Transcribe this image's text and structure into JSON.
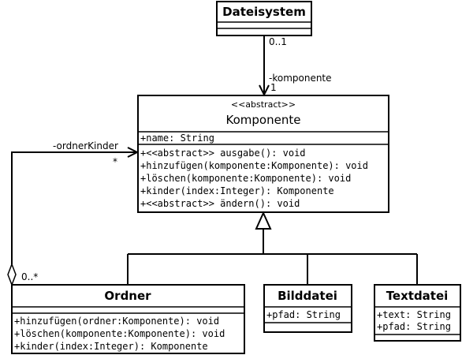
{
  "classes": {
    "dateisystem": {
      "name": "Dateisystem"
    },
    "komponente": {
      "stereotype": "<<abstract>>",
      "name": "Komponente",
      "attributes": [
        "+name: String"
      ],
      "operations": [
        "+<<abstract>> ausgabe(): void",
        "+hinzufügen(komponente:Komponente): void",
        "+löschen(komponente:Komponente): void",
        "+kinder(index:Integer): Komponente",
        "+<<abstract>> ändern(): void"
      ]
    },
    "ordner": {
      "name": "Ordner",
      "operations": [
        "+hinzufügen(ordner:Komponente): void",
        "+löschen(komponente:Komponente): void",
        "+kinder(index:Integer): Komponente"
      ]
    },
    "bilddatei": {
      "name": "Bilddatei",
      "attributes": [
        "+pfad: String"
      ]
    },
    "textdatei": {
      "name": "Textdatei",
      "attributes": [
        "+text: String",
        "+pfad: String"
      ]
    }
  },
  "associations": {
    "dateisystem_komponente": {
      "source_multiplicity": "0..1",
      "role": "-komponente",
      "target_multiplicity": "1"
    },
    "ordner_kinder": {
      "role": "-ordnerKinder",
      "target_multiplicity": "*",
      "source_multiplicity": "0..*"
    }
  }
}
